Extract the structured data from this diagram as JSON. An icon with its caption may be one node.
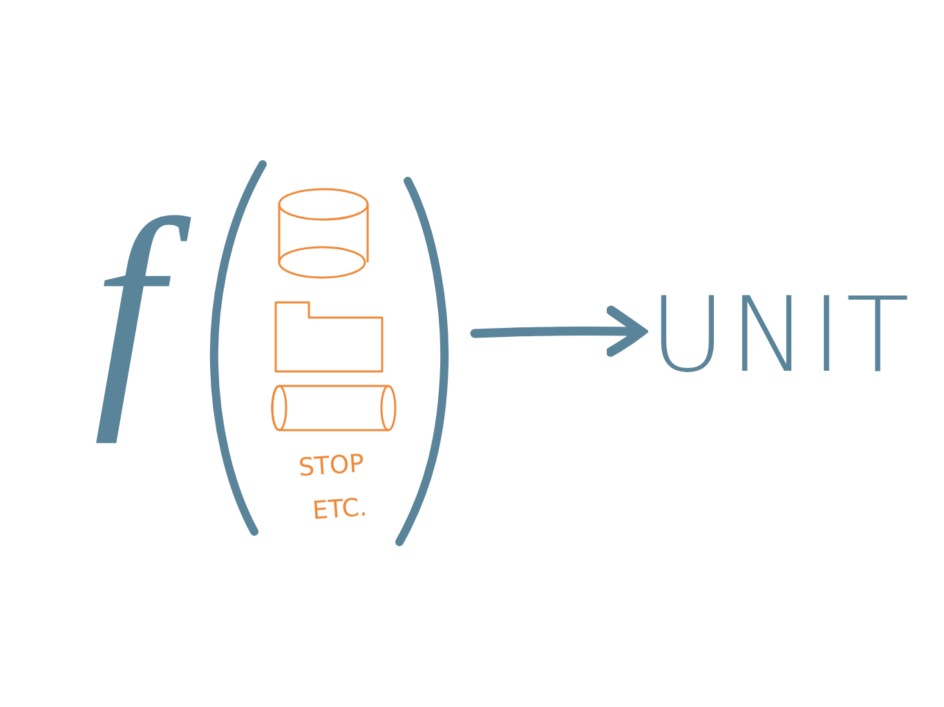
{
  "diagram": {
    "nodes": [
      {
        "text": [],
        "shape": "parentheses"
      },
      {
        "text": [],
        "shape": "cylinder",
        "in": 0
      },
      {
        "text": [],
        "shape": "folder",
        "in": 0
      },
      {
        "text": [],
        "shape": "cylinder",
        "in": 0
      },
      {
        "text": [
          "UNIT"
        ]
      }
    ],
    "edges": [
      {
        "from": 0,
        "to": 4,
        "arrow": "to"
      }
    ],
    "labels": [
      "f",
      "STOP",
      "ETC."
    ]
  }
}
